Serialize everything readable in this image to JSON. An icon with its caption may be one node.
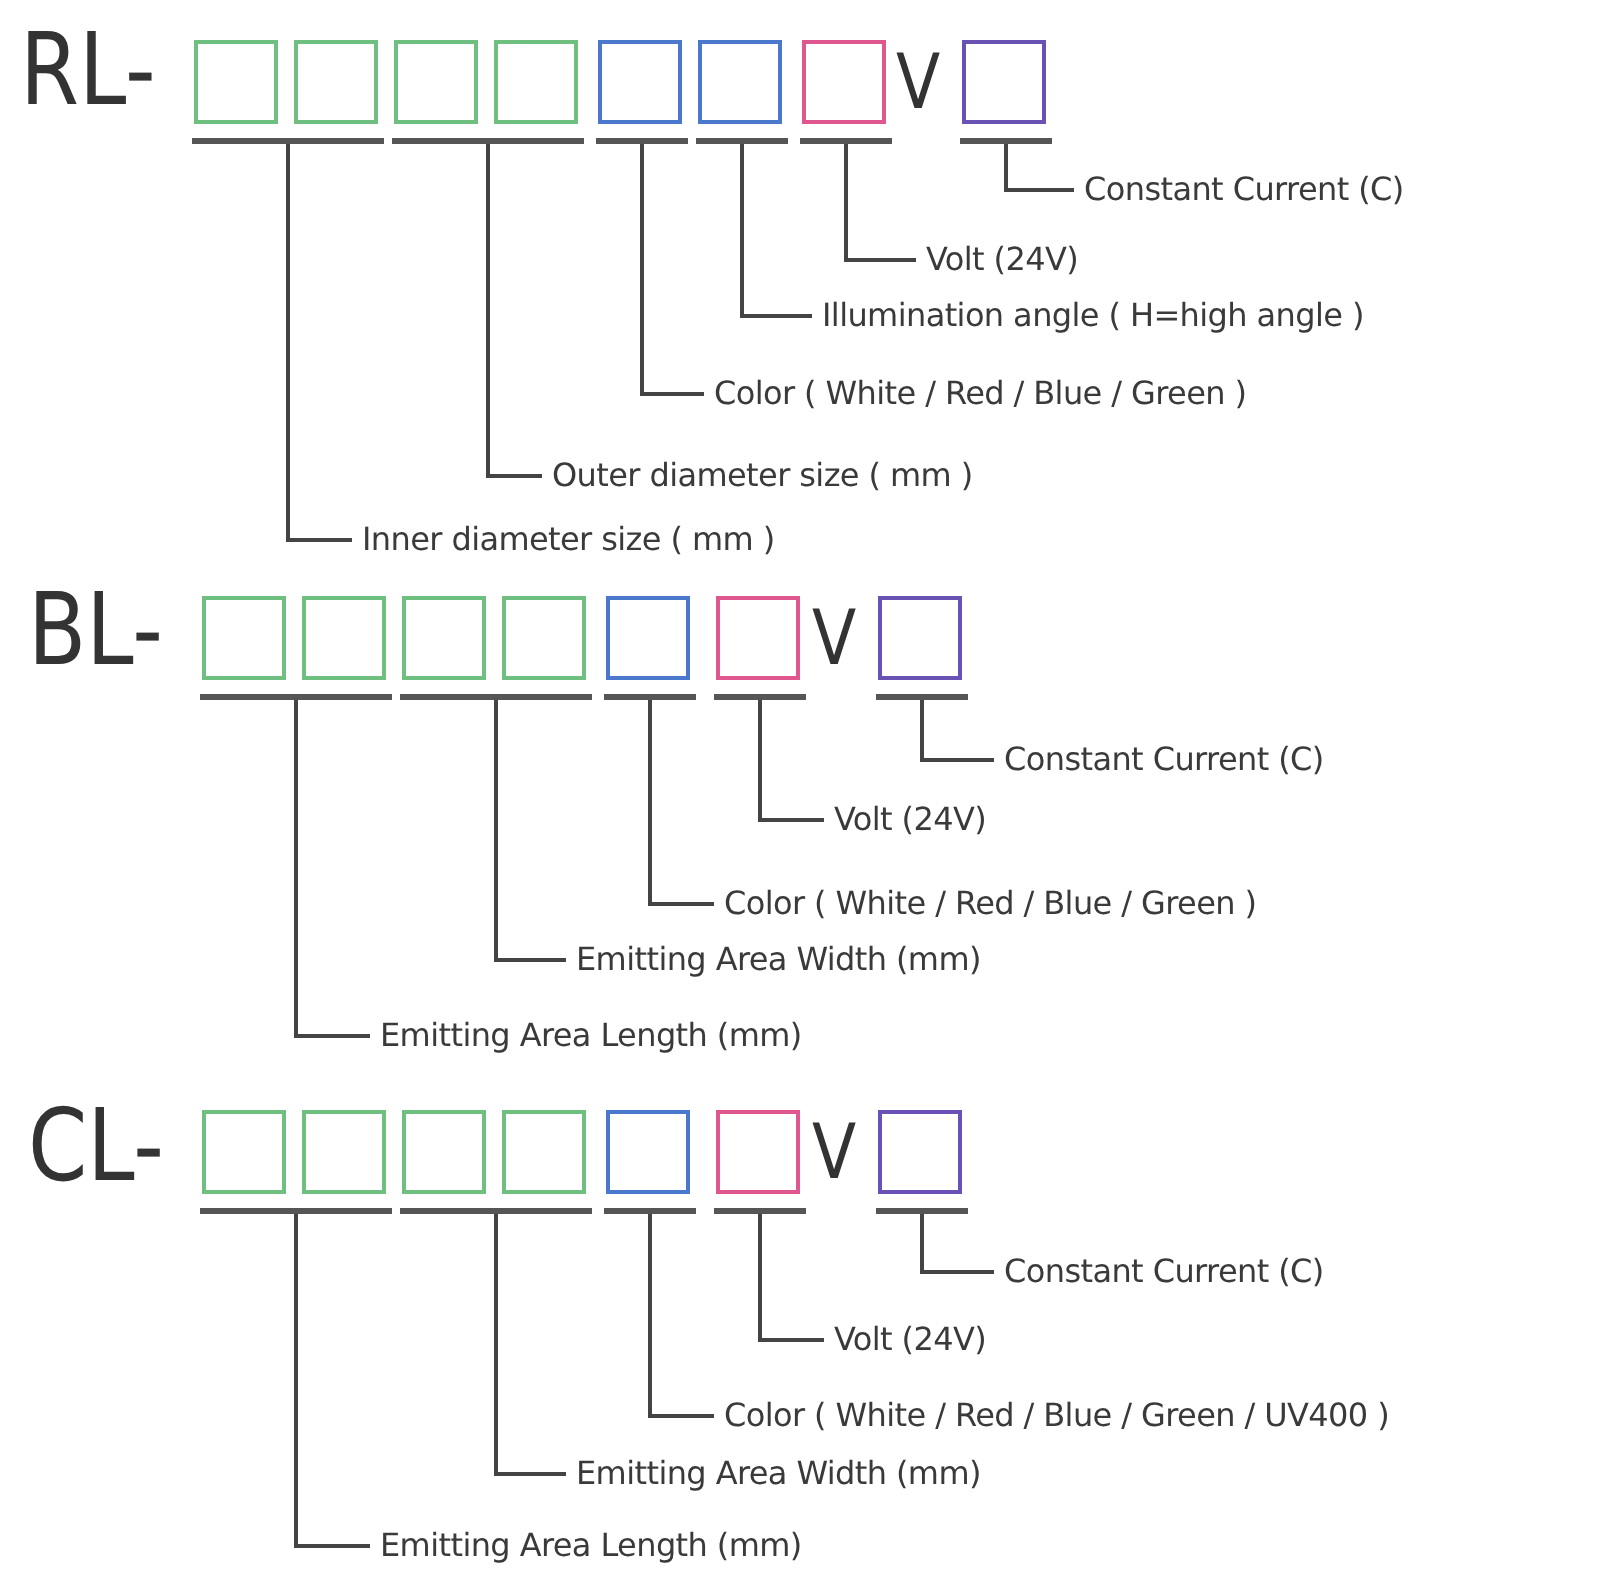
{
  "diagram": {
    "nodes": [
      {
        "text": [],
        "shape": "box"
      },
      {
        "text": [],
        "shape": "box"
      },
      {
        "text": [],
        "shape": "box"
      },
      {
        "text": [],
        "shape": "box"
      },
      {
        "text": [],
        "shape": "box"
      },
      {
        "text": [],
        "shape": "box"
      },
      {
        "text": [],
        "shape": "box"
      },
      {
        "text": [],
        "shape": "box"
      },
      {
        "text": [],
        "shape": "bar"
      },
      {
        "text": [],
        "shape": "bar"
      },
      {
        "text": [],
        "shape": "bar"
      },
      {
        "text": [],
        "shape": "bar"
      },
      {
        "text": [],
        "shape": "bar"
      },
      {
        "text": [],
        "shape": "bar"
      },
      {
        "text": [
          "Constant Current (C)"
        ]
      },
      {
        "text": [
          "Volt (24V)"
        ]
      },
      {
        "text": [
          "Illumination angle ( H=high angle )"
        ]
      },
      {
        "text": [
          "Color ( White / Red / Blue / Green )"
        ]
      },
      {
        "text": [
          "Outer diameter size ( mm )"
        ]
      },
      {
        "text": [
          "Inner diameter size ( mm )"
        ]
      },
      {
        "text": [],
        "shape": "box"
      },
      {
        "text": [],
        "shape": "box"
      },
      {
        "text": [],
        "shape": "box"
      },
      {
        "text": [],
        "shape": "box"
      },
      {
        "text": [],
        "shape": "box"
      },
      {
        "text": [],
        "shape": "box"
      },
      {
        "text": [],
        "shape": "box"
      },
      {
        "text": [],
        "shape": "bar"
      },
      {
        "text": [],
        "shape": "bar"
      },
      {
        "text": [],
        "shape": "bar"
      },
      {
        "text": [],
        "shape": "bar"
      },
      {
        "text": [],
        "shape": "bar"
      },
      {
        "text": [
          "Constant Current (C)"
        ]
      },
      {
        "text": [
          "Volt (24V)"
        ]
      },
      {
        "text": [
          "Color ( White / Red / Blue / Green )"
        ]
      },
      {
        "text": [
          "Emitting Area Width (mm)"
        ]
      },
      {
        "text": [
          "Emitting Area Length (mm)"
        ]
      },
      {
        "text": [],
        "shape": "box"
      },
      {
        "text": [],
        "shape": "box"
      },
      {
        "text": [],
        "shape": "box"
      },
      {
        "text": [],
        "shape": "box"
      },
      {
        "text": [],
        "shape": "box"
      },
      {
        "text": [],
        "shape": "box"
      },
      {
        "text": [],
        "shape": "box"
      },
      {
        "text": [],
        "shape": "bar"
      },
      {
        "text": [],
        "shape": "bar"
      },
      {
        "text": [],
        "shape": "bar"
      },
      {
        "text": [],
        "shape": "bar"
      },
      {
        "text": [],
        "shape": "bar"
      },
      {
        "text": [
          "Constant Current (C)"
        ]
      },
      {
        "text": [
          "Volt (24V)"
        ]
      },
      {
        "text": [
          "Color ( White / Red / Blue / Green / UV400 )"
        ]
      },
      {
        "text": [
          "Emitting Area Width (mm)"
        ]
      },
      {
        "text": [
          "Emitting Area Length (mm)"
        ]
      }
    ],
    "edges": [
      {
        "from": 14,
        "to": 13,
        "arrow": "none"
      },
      {
        "from": 15,
        "to": 12,
        "arrow": "none"
      },
      {
        "from": 16,
        "to": 11,
        "arrow": "none"
      },
      {
        "from": 17,
        "to": 10,
        "arrow": "none"
      },
      {
        "from": 18,
        "to": 9,
        "arrow": "none"
      },
      {
        "from": 19,
        "to": 8,
        "arrow": "none"
      },
      {
        "from": 32,
        "to": 31,
        "arrow": "none"
      },
      {
        "from": 33,
        "to": 30,
        "arrow": "none"
      },
      {
        "from": 34,
        "to": 29,
        "arrow": "none"
      },
      {
        "from": 35,
        "to": 28,
        "arrow": "none"
      },
      {
        "from": 36,
        "to": 27,
        "arrow": "none"
      },
      {
        "from": 49,
        "to": 48,
        "arrow": "none"
      },
      {
        "from": 50,
        "to": 47,
        "arrow": "none"
      },
      {
        "from": 51,
        "to": 46,
        "arrow": "none"
      },
      {
        "from": 52,
        "to": 45,
        "arrow": "none"
      },
      {
        "from": 53,
        "to": 44,
        "arrow": "none"
      }
    ],
    "labels": [
      "RL-",
      "V",
      "BL-",
      "V",
      "CL-",
      "V"
    ]
  }
}
